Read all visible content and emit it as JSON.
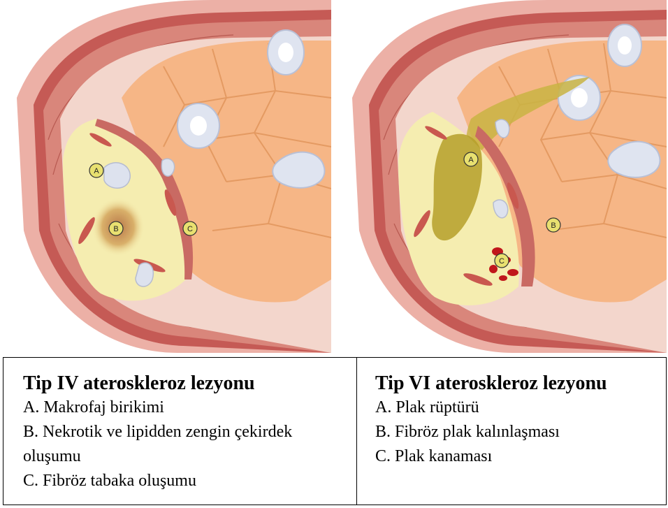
{
  "panels": [
    {
      "title": "Tip IV ateroskleroz lezyonu",
      "items": [
        "A. Makrofaj birikimi",
        "B. Nekrotik ve lipidden zengin çekirdek oluşumu",
        "C. Fibröz tabaka oluşumu"
      ],
      "markers": [
        "A",
        "B",
        "C"
      ]
    },
    {
      "title": "Tip VI ateroskleroz lezyonu",
      "items": [
        "A. Plak rüptürü",
        "B. Fibröz plak kalınlaşması",
        "C. Plak kanaması"
      ],
      "markers": [
        "A",
        "B",
        "C"
      ]
    }
  ],
  "colors": {
    "adventitia": "#e9a29a",
    "media": "#c96a63",
    "intima": "#f0d0c8",
    "lumen_cells": "#f6b686",
    "plaque": "#f5edb0",
    "core": "#d9b06a",
    "rupture": "#b59f2a",
    "blood": "#c0161b",
    "marker_fill": "#e8e070"
  },
  "icons": [
    "marker-a-icon",
    "marker-b-icon",
    "marker-c-icon"
  ]
}
